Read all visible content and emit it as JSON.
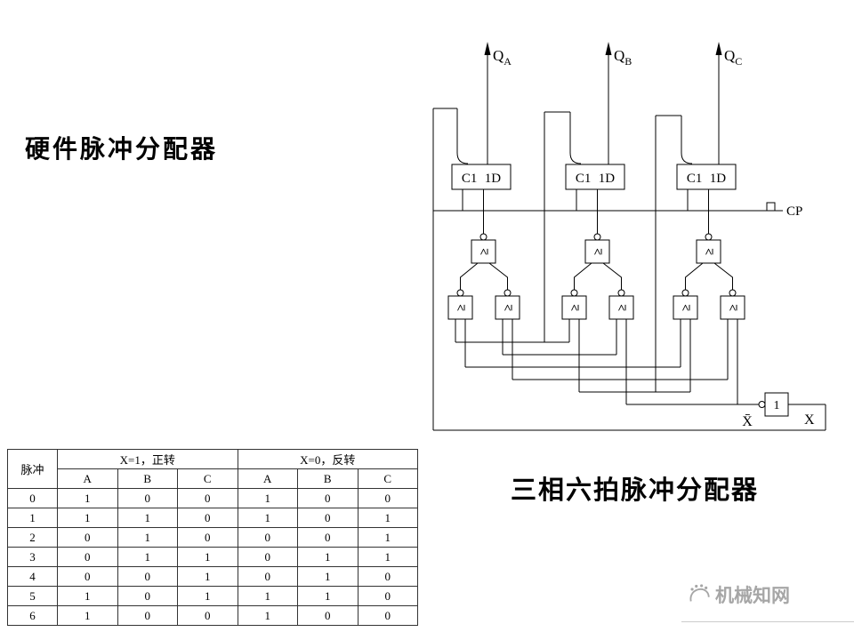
{
  "page": {
    "title": "硬件脉冲分配器",
    "caption": "三相六拍脉冲分配器"
  },
  "circuit": {
    "outputs": [
      {
        "main": "Q",
        "sub": "A"
      },
      {
        "main": "Q",
        "sub": "B"
      },
      {
        "main": "Q",
        "sub": "C"
      }
    ],
    "ff_clock_label": "C1",
    "ff_data_label": "1D",
    "gate_symbol": "≥",
    "not_gate_label": "1",
    "cp_label": "CP",
    "x_label": "X",
    "x_bar_label": "X̄"
  },
  "table": {
    "pulse_header": "脉冲",
    "group_headers": [
      "X=1，正转",
      "X=0，反转"
    ],
    "sub_headers": [
      "A",
      "B",
      "C",
      "A",
      "B",
      "C"
    ],
    "rows": [
      {
        "pulse": "0",
        "values": [
          "1",
          "0",
          "0",
          "1",
          "0",
          "0"
        ]
      },
      {
        "pulse": "1",
        "values": [
          "1",
          "1",
          "0",
          "1",
          "0",
          "1"
        ]
      },
      {
        "pulse": "2",
        "values": [
          "0",
          "1",
          "0",
          "0",
          "0",
          "1"
        ]
      },
      {
        "pulse": "3",
        "values": [
          "0",
          "1",
          "1",
          "0",
          "1",
          "1"
        ]
      },
      {
        "pulse": "4",
        "values": [
          "0",
          "0",
          "1",
          "0",
          "1",
          "0"
        ]
      },
      {
        "pulse": "5",
        "values": [
          "1",
          "0",
          "1",
          "1",
          "1",
          "0"
        ]
      },
      {
        "pulse": "6",
        "values": [
          "1",
          "0",
          "0",
          "1",
          "0",
          "0"
        ]
      }
    ]
  },
  "watermark": {
    "text": "机械知网"
  }
}
